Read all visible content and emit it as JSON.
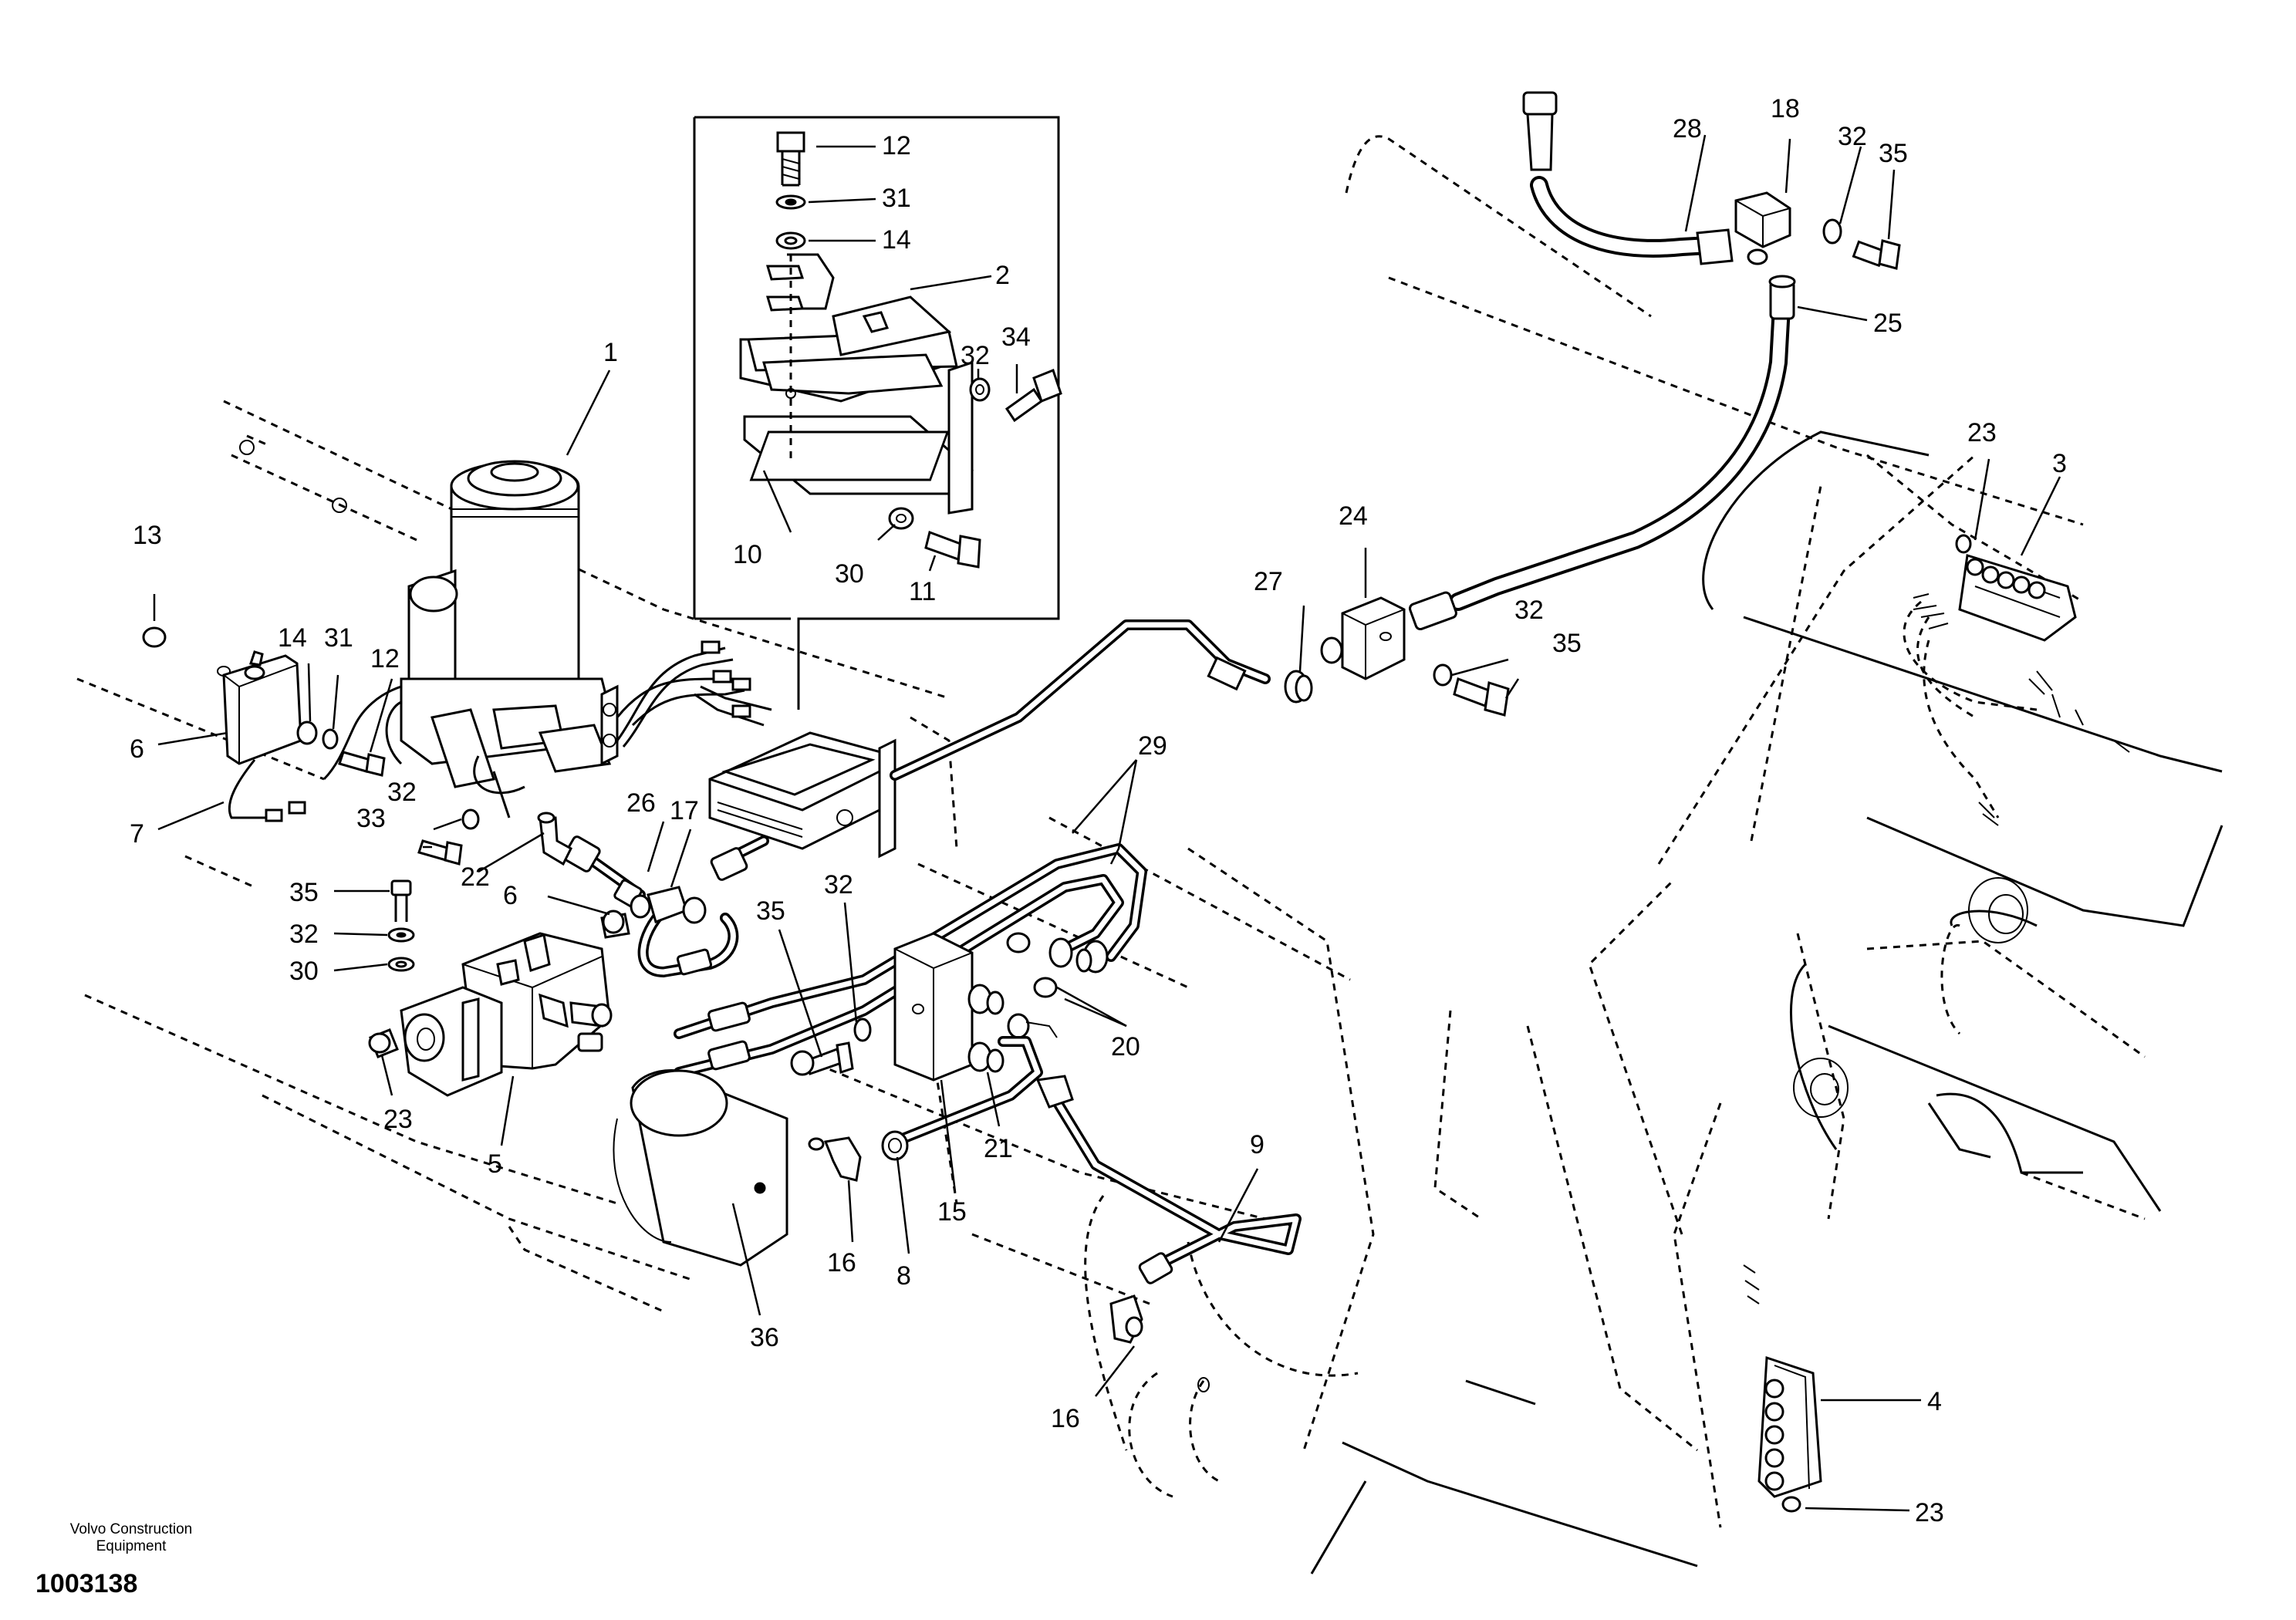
{
  "callouts": {
    "c1": "1",
    "c2": "2",
    "c3": "3",
    "c4": "4",
    "c5": "5",
    "c6": "6",
    "c7": "7",
    "c8": "8",
    "c9": "9",
    "c10": "10",
    "c11": "11",
    "c12": "12",
    "c13": "13",
    "c14": "14",
    "c15": "15",
    "c16": "16",
    "c17": "17",
    "c18": "18",
    "c20": "20",
    "c21": "21",
    "c22": "22",
    "c23": "23",
    "c24": "24",
    "c25": "25",
    "c26": "26",
    "c27": "27",
    "c28": "28",
    "c29": "29",
    "c30": "30",
    "c31": "31",
    "c32": "32",
    "c33": "33",
    "c34": "34",
    "c35": "35",
    "c36": "36"
  },
  "footer": {
    "brand_line1": "Volvo Construction",
    "brand_line2": "Equipment",
    "document_number": "1003138"
  }
}
